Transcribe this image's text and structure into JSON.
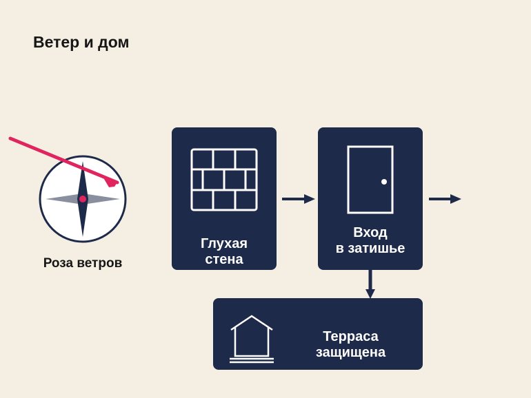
{
  "title": "Ветер и дом",
  "compass": {
    "label": "Роза ветров",
    "icon": "compass-icon"
  },
  "nodes": {
    "wall": {
      "label": "Глухая\nстена",
      "icon": "brick-wall-icon"
    },
    "entry": {
      "label": "Вход\nв затишье",
      "icon": "door-icon"
    },
    "terrace": {
      "label": "Терраса\nзащищена",
      "icon": "house-icon"
    }
  },
  "colors": {
    "background": "#f5eee3",
    "box": "#1e2a4a",
    "wind": "#e0245e",
    "text": "#161616",
    "compass_gray": "#8a8f9e"
  }
}
